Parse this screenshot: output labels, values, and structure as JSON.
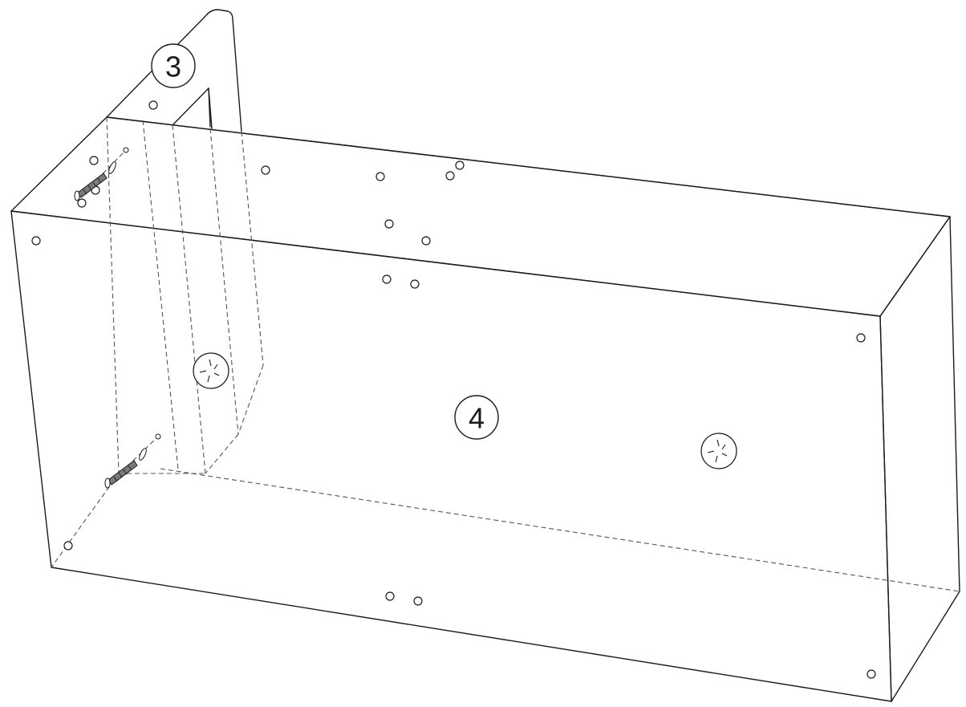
{
  "diagram": {
    "callouts": [
      {
        "id": "part-3",
        "label": "3"
      },
      {
        "id": "part-4",
        "label": "4"
      }
    ]
  }
}
